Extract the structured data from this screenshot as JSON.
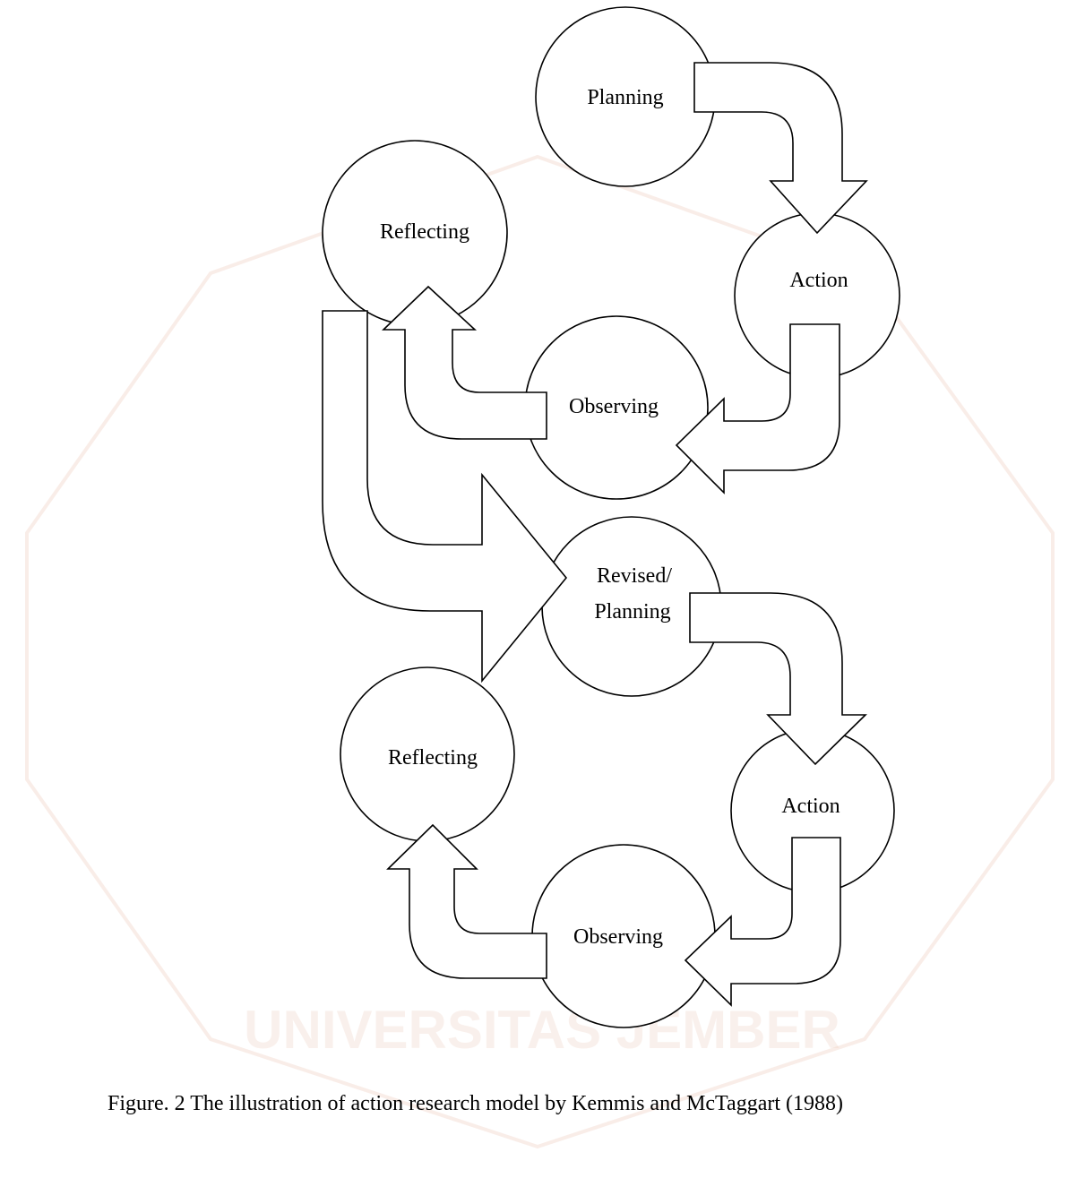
{
  "diagram": {
    "nodes": {
      "planning": "Planning",
      "action_1": "Action",
      "observing_1": "Observing",
      "reflecting_1": "Reflecting",
      "revised_planning_line1": "Revised/",
      "revised_planning_line2": "Planning",
      "action_2": "Action",
      "observing_2": "Observing",
      "reflecting_2": "Reflecting"
    },
    "watermark": {
      "text": "UNIVERSITAS JEMBER",
      "color": "#e6b8a2"
    }
  },
  "caption": {
    "text": "Figure. 2 The illustration of action research model by Kemmis and McTaggart (1988)"
  }
}
